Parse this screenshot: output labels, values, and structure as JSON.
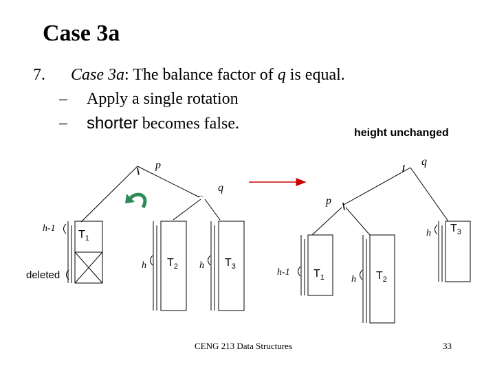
{
  "title": "Case 3a",
  "bullet": {
    "number": "7.",
    "prefix": "Case 3",
    "prefix_var": "a",
    "text_a": ": The balance factor of ",
    "var_q": "q",
    "text_b": " is equal."
  },
  "subbullets": [
    {
      "dash": "–",
      "text": "Apply a single rotation"
    },
    {
      "dash": "–",
      "keyword": "shorter",
      "text": " becomes false."
    }
  ],
  "note": "height unchanged",
  "left_tree": {
    "root_balance": "\\",
    "root_label": "p",
    "child_balance": "_",
    "child_label": "q",
    "t1": "T",
    "t1_sub": "1",
    "t1_height": "h-1",
    "deleted": "deleted",
    "t2": "T",
    "t2_sub": "2",
    "t2_height": "h",
    "t3": "T",
    "t3_sub": "3",
    "t3_height": "h"
  },
  "right_tree": {
    "root_balance": "/",
    "root_label": "q",
    "child_balance": "\\",
    "child_label": "p",
    "t3": "T",
    "t3_sub": "3",
    "t3_height": "h",
    "t1": "T",
    "t1_sub": "1",
    "t1_height": "h-1",
    "t2": "T",
    "t2_sub": "2",
    "t2_height": "h"
  },
  "footer": "CENG 213 Data Structures",
  "page_number": "33",
  "colors": {
    "arrow": "#cc0000",
    "rotate_arrow": "#2e8b57"
  }
}
